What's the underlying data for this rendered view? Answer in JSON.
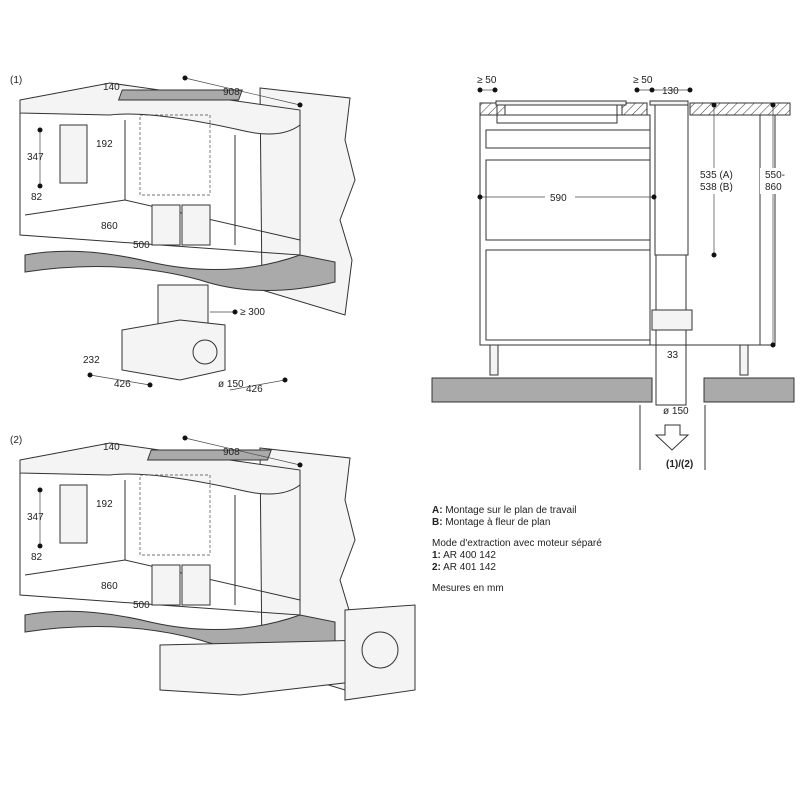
{
  "diagram1": {
    "label": "(1)",
    "dims": {
      "d140": "140",
      "d908": "908",
      "d192": "192",
      "d347": "347",
      "d82": "82",
      "d860": "860",
      "d500": "500",
      "d300": "≥ 300",
      "d232": "232",
      "d426a": "426",
      "d150": "ø 150",
      "d426b": "426"
    }
  },
  "diagram2": {
    "label": "(2)",
    "dims": {
      "d140": "140",
      "d908": "908",
      "d192": "192",
      "d347": "347",
      "d82": "82",
      "d860": "860",
      "d500": "500"
    }
  },
  "section": {
    "ge50a": "≥ 50",
    "ge50b": "≥ 50",
    "d130": "130",
    "d590": "590",
    "d535": "535 (A)",
    "d538": "538 (B)",
    "d550": "550-",
    "d860": "860",
    "d33": "33",
    "d150": "ø 150",
    "outlet": "(1)/(2)"
  },
  "legend": {
    "a_key": "A:",
    "a_text": " Montage sur le plan de travail",
    "b_key": "B:",
    "b_text": " Montage à fleur de plan",
    "mode": "Mode d'extraction avec moteur séparé",
    "one_key": "1:",
    "one_text": " AR 400 142",
    "two_key": "2:",
    "two_text": " AR 401 142",
    "units": "Mesures en mm"
  }
}
